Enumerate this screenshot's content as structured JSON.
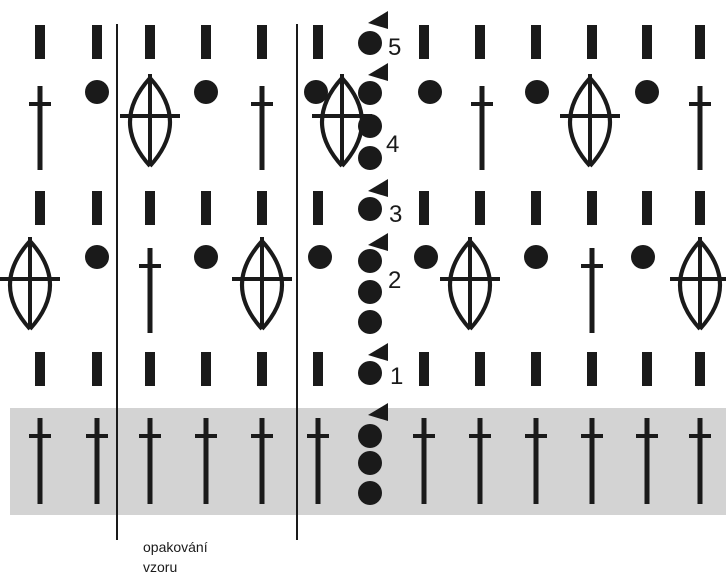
{
  "diagram": {
    "row_numbers": [
      "1",
      "2",
      "3",
      "4",
      "5"
    ],
    "repeat_label": [
      "opakování",
      "vzoru"
    ],
    "colors": {
      "ink": "#1a1a1a",
      "foundation_band": "#d3d3d3",
      "background": "#ffffff"
    },
    "symbols": [
      "chain-stitch",
      "treble-crochet",
      "cluster",
      "turning-chain",
      "row-start-marker"
    ]
  }
}
